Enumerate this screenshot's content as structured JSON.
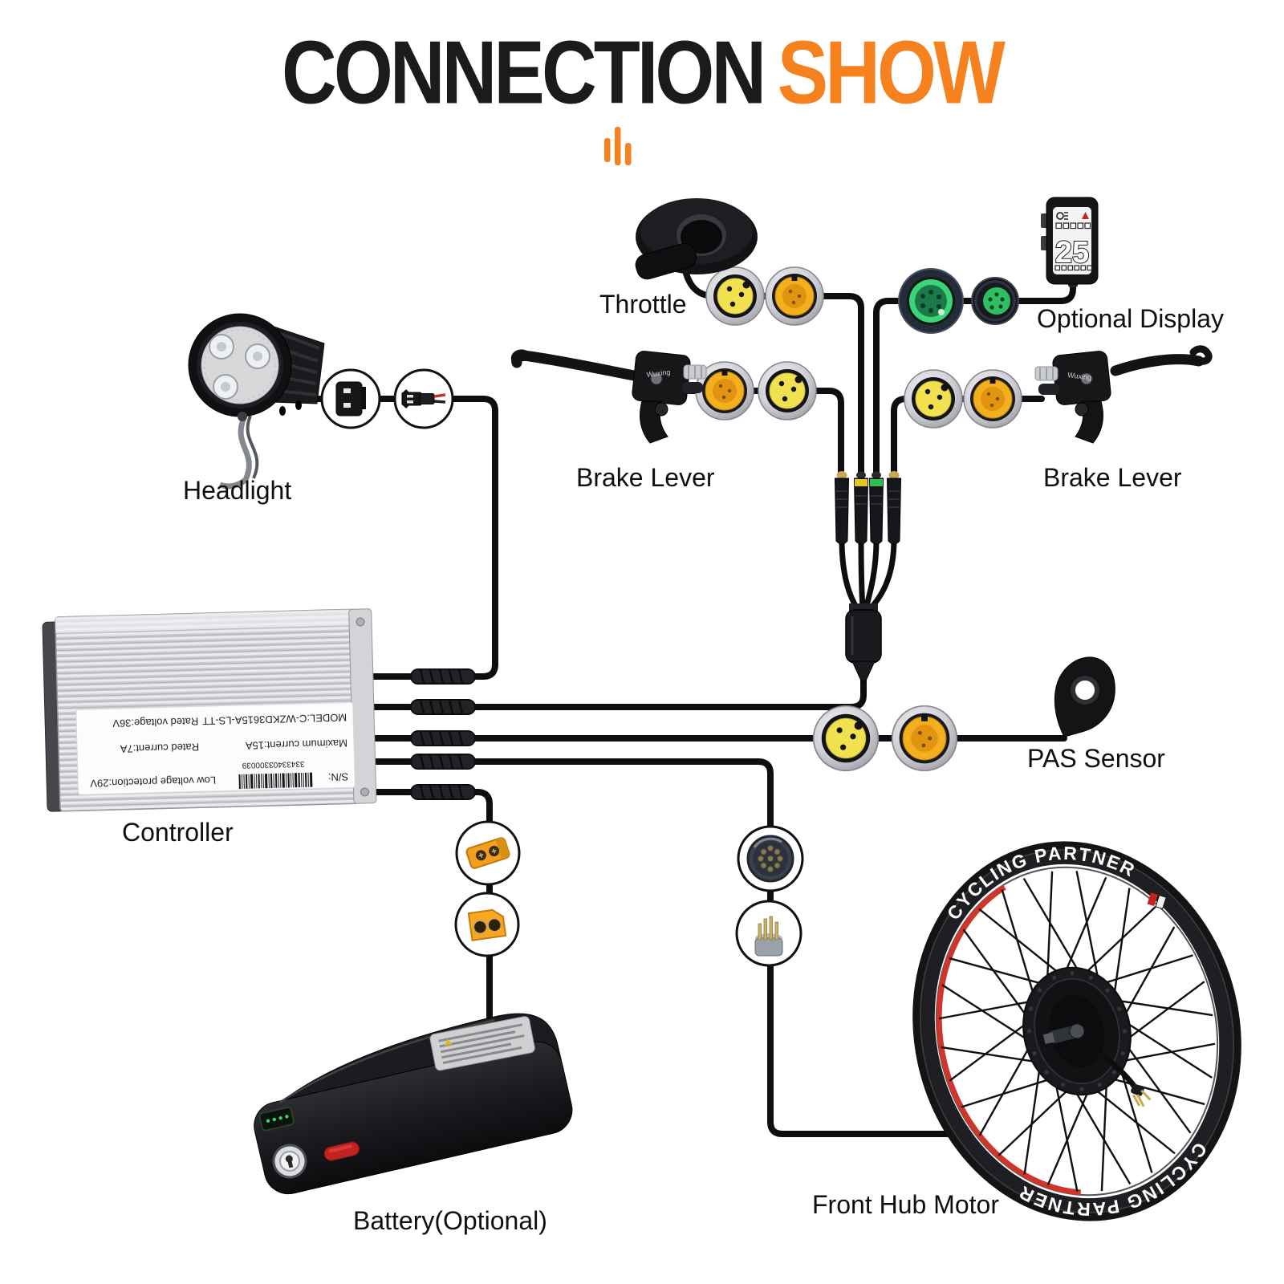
{
  "title": {
    "part_black": "CONNECTION",
    "part_orange": "SHOW"
  },
  "colors": {
    "accent_orange": "#F5821F",
    "wire_black": "#0e0e10",
    "connector_yellow": "#F1E04F",
    "connector_amber": "#F2B01E",
    "connector_green": "#3BD47B",
    "rim_red": "#CE362B"
  },
  "components": {
    "throttle": {
      "label": "Throttle"
    },
    "optional_display": {
      "label": "Optional Display",
      "screen_value": "25"
    },
    "headlight": {
      "label": "Headlight"
    },
    "brake_lever_left": {
      "label": "Brake Lever",
      "logo": "Wuxing"
    },
    "brake_lever_right": {
      "label": "Brake Lever",
      "logo": "Wuxing"
    },
    "controller": {
      "label": "Controller",
      "sticker": {
        "sn_prefix": "S/N:",
        "serial_number": "33433403300039",
        "low_voltage_protection": "Low voltage protection:29V",
        "maximum_current": "Maximum current:15A",
        "rated_current": "Rated current:7A",
        "model": "MODEL:C-WZKD3615A-LS-TT",
        "rated_voltage": "Rated voltage:36V"
      }
    },
    "pas_sensor": {
      "label": "PAS Sensor"
    },
    "battery": {
      "label": "Battery(Optional)"
    },
    "front_hub_motor": {
      "label": "Front Hub Motor",
      "rim_text": "CYCLING PARTNER"
    }
  }
}
